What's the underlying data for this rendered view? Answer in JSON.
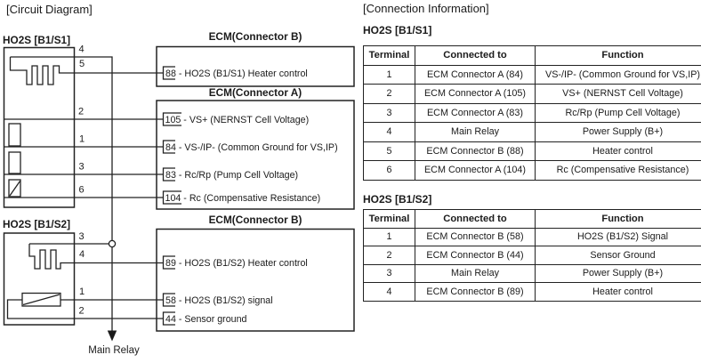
{
  "colors": {
    "ink": "#1b1b1b",
    "background": "#ffffff"
  },
  "circuit": {
    "section_title": "[Circuit Diagram]",
    "main_relay_label": "Main Relay",
    "sensor1": {
      "title": "HO2S [B1/S1]",
      "terminal_labels": [
        "4",
        "5",
        "2",
        "1",
        "3",
        "6"
      ]
    },
    "sensor2": {
      "title": "HO2S [B1/S2]",
      "terminal_labels": [
        "3",
        "4",
        "1",
        "2"
      ]
    },
    "ecm_boxes": [
      {
        "title": "ECM(Connector B)",
        "pins": [
          "88 - HO2S (B1/S1) Heater control"
        ]
      },
      {
        "title": "ECM(Connector A)",
        "pins": [
          "105 - VS+ (NERNST Cell Voltage)",
          "84 - VS-/IP- (Common Ground for VS,IP)",
          "83 - Rc/Rp (Pump Cell Voltage)",
          "104 - Rc (Compensative Resistance)"
        ]
      },
      {
        "title": "ECM(Connector B)",
        "pins": [
          "89 - HO2S (B1/S2) Heater control",
          "58 - HO2S (B1/S2) signal",
          "44 - Sensor ground"
        ]
      }
    ]
  },
  "connection_info": {
    "section_title": "[Connection Information]",
    "tables": [
      {
        "title": "HO2S [B1/S1]",
        "headers": [
          "Terminal",
          "Connected to",
          "Function"
        ],
        "rows": [
          [
            "1",
            "ECM Connector A (84)",
            "VS-/IP- (Common Ground for VS,IP)"
          ],
          [
            "2",
            "ECM Connector A (105)",
            "VS+ (NERNST Cell Voltage)"
          ],
          [
            "3",
            "ECM Connector A (83)",
            "Rc/Rp (Pump Cell Voltage)"
          ],
          [
            "4",
            "Main Relay",
            "Power Supply (B+)"
          ],
          [
            "5",
            "ECM Connector B (88)",
            "Heater control"
          ],
          [
            "6",
            "ECM Connector A (104)",
            "Rc (Compensative Resistance)"
          ]
        ]
      },
      {
        "title": "HO2S [B1/S2]",
        "headers": [
          "Terminal",
          "Connected to",
          "Function"
        ],
        "rows": [
          [
            "1",
            "ECM Connector B (58)",
            "HO2S (B1/S2) Signal"
          ],
          [
            "2",
            "ECM Connector B (44)",
            "Sensor Ground"
          ],
          [
            "3",
            "Main Relay",
            "Power Supply (B+)"
          ],
          [
            "4",
            "ECM Connector B (89)",
            "Heater control"
          ]
        ]
      }
    ]
  }
}
